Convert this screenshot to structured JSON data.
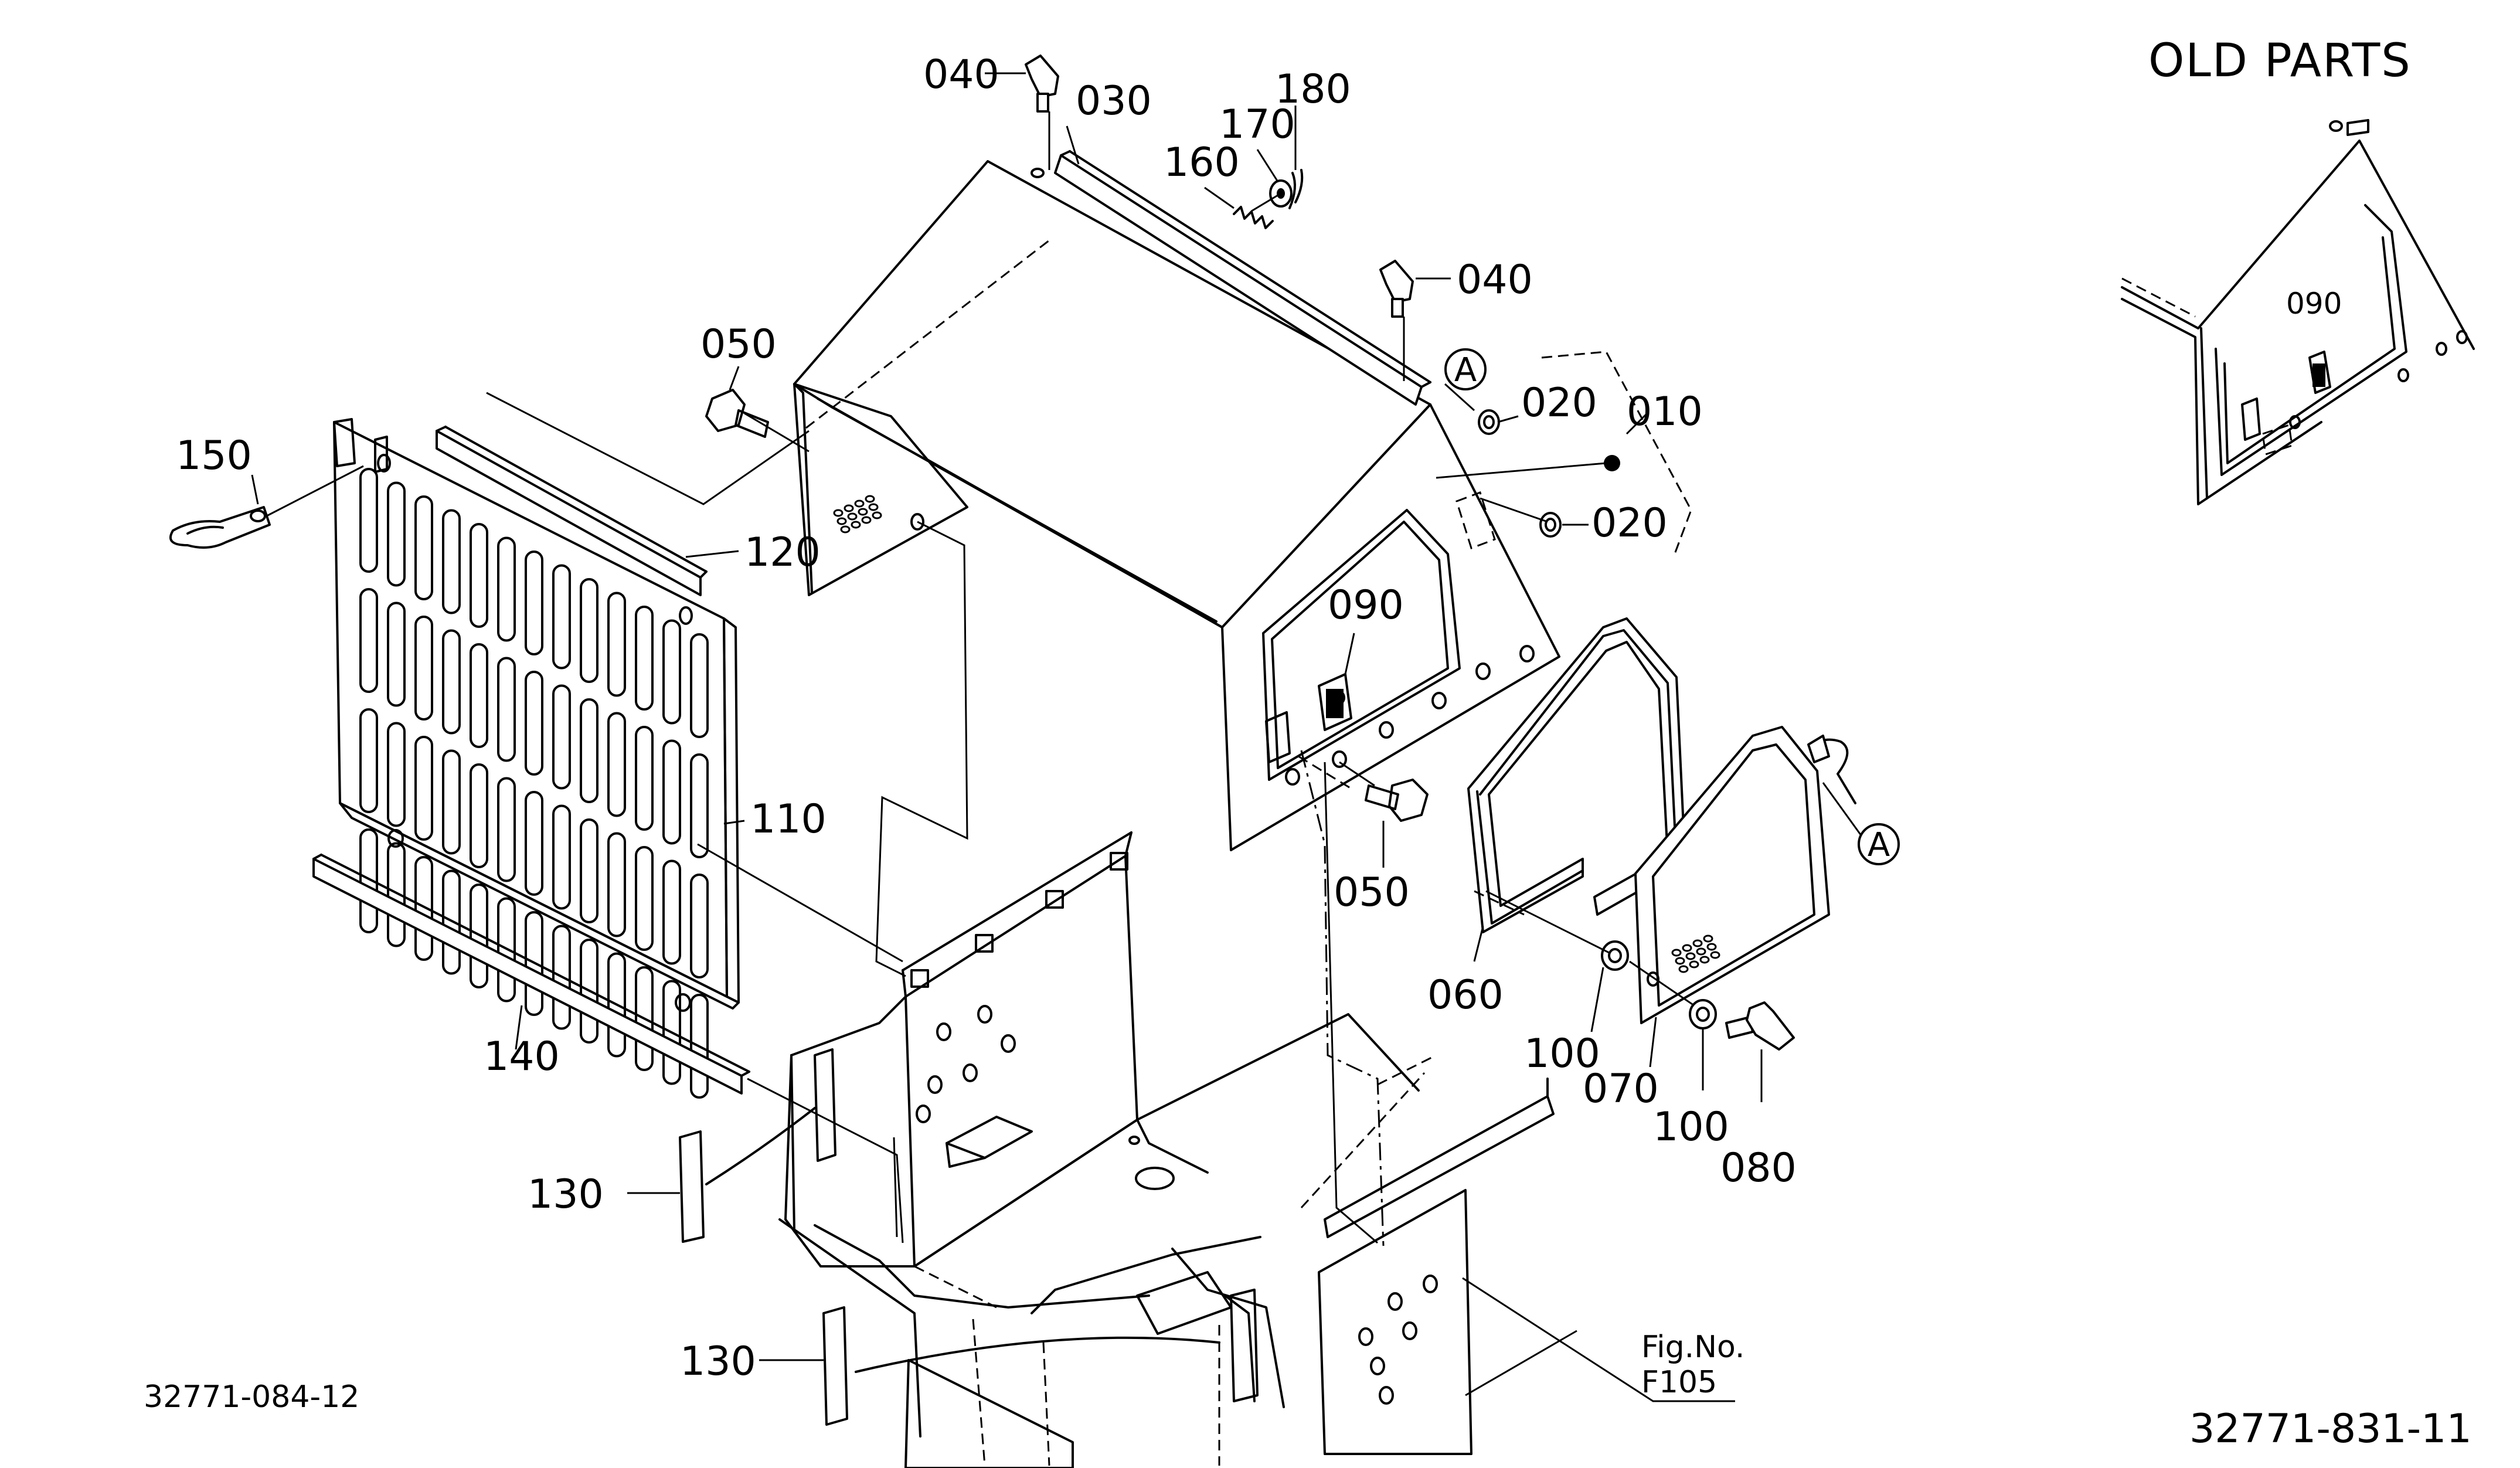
{
  "header": {
    "old_parts": "OLD PARTS"
  },
  "callouts": {
    "c010": "010",
    "c020a": "020",
    "c020b": "020",
    "c030": "030",
    "c040a": "040",
    "c040b": "040",
    "c050a": "050",
    "c050b": "050",
    "c060": "060",
    "c070": "070",
    "c080": "080",
    "c090": "090",
    "c090_old": "090",
    "c100a": "100",
    "c100b": "100",
    "c110": "110",
    "c120": "120",
    "c130a": "130",
    "c130b": "130",
    "c140": "140",
    "c150": "150",
    "c160": "160",
    "c170": "170",
    "c180": "180"
  },
  "markers": {
    "a1": "A",
    "a2": "A"
  },
  "figref": {
    "line1": "Fig.No.",
    "line2": "F105"
  },
  "drawing_numbers": {
    "left": "32771-084-12",
    "right": "32771-831-11"
  }
}
